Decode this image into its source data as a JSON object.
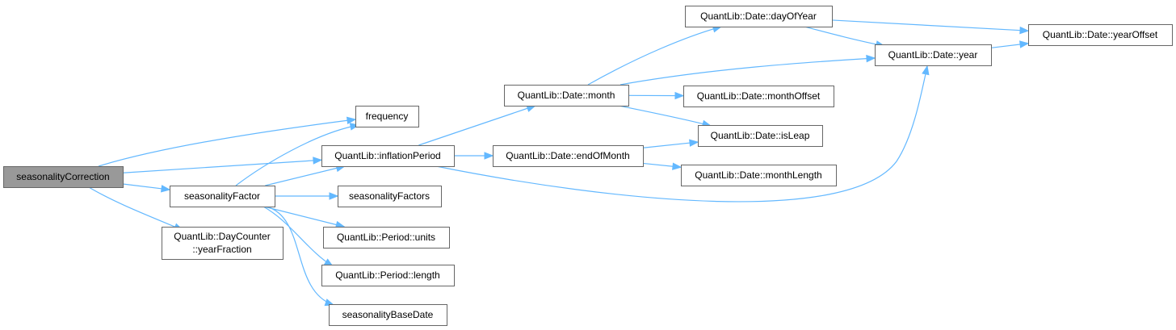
{
  "graph": {
    "nodes": {
      "seasonalityCorrection": [
        "seasonalityCorrection"
      ],
      "frequency": [
        "frequency"
      ],
      "inflationPeriod": [
        "QuantLib::inflationPeriod"
      ],
      "seasonalityFactor": [
        "seasonalityFactor"
      ],
      "yearFraction": [
        "QuantLib::DayCounter",
        "::yearFraction"
      ],
      "seasonalityFactors": [
        "seasonalityFactors"
      ],
      "periodUnits": [
        "QuantLib::Period::units"
      ],
      "periodLength": [
        "QuantLib::Period::length"
      ],
      "seasonalityBaseDate": [
        "seasonalityBaseDate"
      ],
      "dateMonth": [
        "QuantLib::Date::month"
      ],
      "dateEndOfMonth": [
        "QuantLib::Date::endOfMonth"
      ],
      "dateDayOfYear": [
        "QuantLib::Date::dayOfYear"
      ],
      "dateMonthOffset": [
        "QuantLib::Date::monthOffset"
      ],
      "dateIsLeap": [
        "QuantLib::Date::isLeap"
      ],
      "dateMonthLength": [
        "QuantLib::Date::monthLength"
      ],
      "dateYear": [
        "QuantLib::Date::year"
      ],
      "dateYearOffset": [
        "QuantLib::Date::yearOffset"
      ]
    },
    "root": "seasonalityCorrection",
    "edges": [
      [
        "seasonalityCorrection",
        "frequency"
      ],
      [
        "seasonalityCorrection",
        "inflationPeriod"
      ],
      [
        "seasonalityCorrection",
        "seasonalityFactor"
      ],
      [
        "seasonalityCorrection",
        "yearFraction"
      ],
      [
        "seasonalityFactor",
        "frequency"
      ],
      [
        "seasonalityFactor",
        "inflationPeriod"
      ],
      [
        "seasonalityFactor",
        "seasonalityFactors"
      ],
      [
        "seasonalityFactor",
        "periodUnits"
      ],
      [
        "seasonalityFactor",
        "periodLength"
      ],
      [
        "seasonalityFactor",
        "seasonalityBaseDate"
      ],
      [
        "inflationPeriod",
        "dateMonth"
      ],
      [
        "inflationPeriod",
        "dateEndOfMonth"
      ],
      [
        "inflationPeriod",
        "dateYear"
      ],
      [
        "dateMonth",
        "dateDayOfYear"
      ],
      [
        "dateMonth",
        "dateYear"
      ],
      [
        "dateMonth",
        "dateMonthOffset"
      ],
      [
        "dateMonth",
        "dateIsLeap"
      ],
      [
        "dateEndOfMonth",
        "dateIsLeap"
      ],
      [
        "dateEndOfMonth",
        "dateMonthLength"
      ],
      [
        "dateDayOfYear",
        "dateYearOffset"
      ],
      [
        "dateDayOfYear",
        "dateYear"
      ],
      [
        "dateYear",
        "dateYearOffset"
      ]
    ],
    "colors": {
      "edge": "#63b8ff",
      "node_border": "#666666",
      "root_fill": "#999999",
      "node_fill": "#ffffff"
    }
  }
}
